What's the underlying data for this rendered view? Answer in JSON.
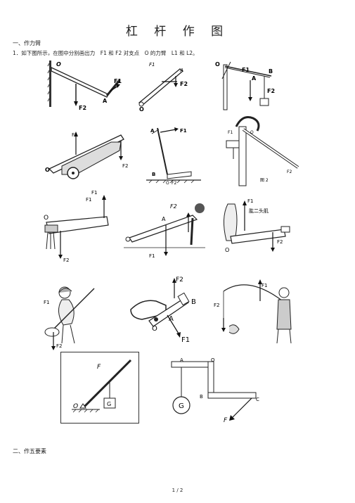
{
  "page_title": "杠 杆 作 图",
  "section1": "一、作力臂",
  "question1": "1．如下图所示，在图中分别画出力　F1 和 F2 对支点　O 的力臂　L1 和 L2。",
  "labels": {
    "O": "O",
    "A": "A",
    "B": "B",
    "C": "C",
    "G": "G",
    "F": "F",
    "F1": "F1",
    "F2": "F2",
    "f2fig": "图 2",
    "biceps": "肱二头肌"
  },
  "section2": "二、作五要素",
  "page_number": "1 / 2"
}
